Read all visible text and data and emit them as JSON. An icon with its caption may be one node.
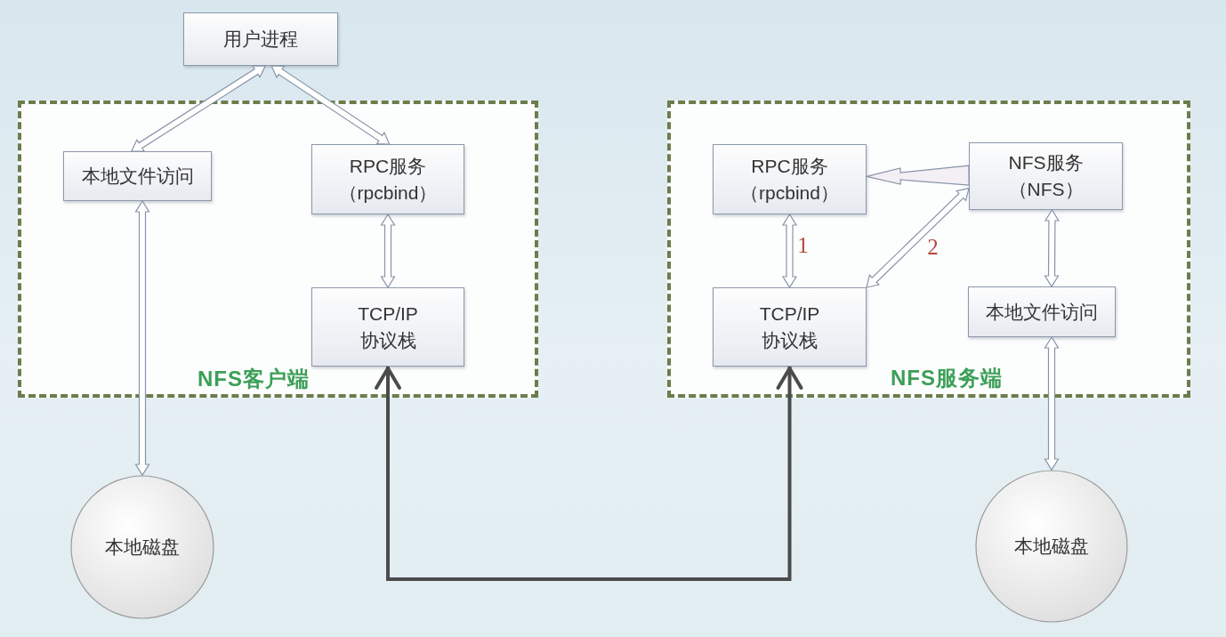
{
  "diagram": {
    "nodes": [
      {
        "text": [
          "用户进程"
        ]
      },
      {
        "text": [
          "NFS客户端"
        ]
      },
      {
        "text": [
          "本地文件访问"
        ],
        "in": 1
      },
      {
        "text": [
          "RPC服务（rpcbind）"
        ],
        "in": 1
      },
      {
        "text": [
          "TCP/IP 协议栈"
        ],
        "in": 1
      },
      {
        "text": [
          "NFS服务端"
        ]
      },
      {
        "text": [
          "RPC服务（rpcbind）"
        ],
        "in": 5
      },
      {
        "text": [
          "NFS服务（NFS）"
        ],
        "in": 5
      },
      {
        "text": [
          "TCP/IP 协议栈"
        ],
        "in": 5
      },
      {
        "text": [
          "本地文件访问"
        ],
        "in": 5
      },
      {
        "text": [
          "本地磁盘"
        ]
      },
      {
        "text": [
          "本地磁盘"
        ]
      }
    ],
    "edges": [
      {
        "from": 0,
        "to": 2,
        "arrow": "both"
      },
      {
        "from": 0,
        "to": 3,
        "arrow": "both"
      },
      {
        "from": 2,
        "to": 10,
        "arrow": "both"
      },
      {
        "from": 3,
        "to": 4,
        "arrow": "both"
      },
      {
        "from": 7,
        "to": 6,
        "arrow": "to"
      },
      {
        "from": 6,
        "to": 8,
        "arrow": "both",
        "label": "1"
      },
      {
        "from": 7,
        "to": 8,
        "arrow": "both",
        "label": "2"
      },
      {
        "from": 7,
        "to": 9,
        "arrow": "both"
      },
      {
        "from": 9,
        "to": 11,
        "arrow": "both"
      },
      {
        "from": 4,
        "to": 8,
        "arrow": "both",
        "color": "#4b4b4b"
      }
    ]
  }
}
